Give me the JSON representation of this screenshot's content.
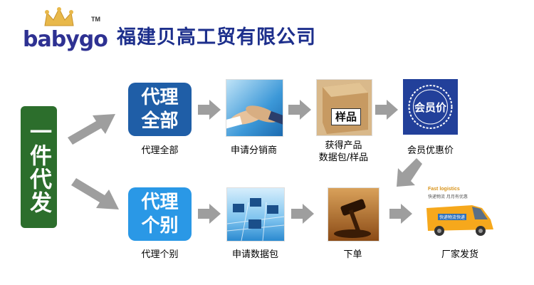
{
  "logo": {
    "text": "babygo",
    "tm": "TM"
  },
  "company": "福建贝高工贸有限公司",
  "left_label": "一件代发",
  "top_button": [
    "代理",
    "全部"
  ],
  "bottom_button": [
    "代理",
    "个别"
  ],
  "captions": {
    "all": "代理全部",
    "apply_sales": "申请分销商",
    "sample_line1": "获得产品",
    "sample_line2": "数据包/样品",
    "member": "会员优惠价",
    "single": "代理个别",
    "apply_data": "申请数据包",
    "order": "下单",
    "ship": "厂家发货"
  },
  "image_text": {
    "sample": "样品",
    "member_badge": "会员价",
    "van_brand": "Fast logistics",
    "van_tagline": "快递物流 月月有优惠",
    "van_side": "快递物流快递"
  },
  "colors": {
    "company": "#1d2f8c",
    "left_box": "#2c6e2c",
    "btn_all": "#1f5ea7",
    "btn_single": "#2a98e6",
    "arrow": "#9e9e9e"
  }
}
